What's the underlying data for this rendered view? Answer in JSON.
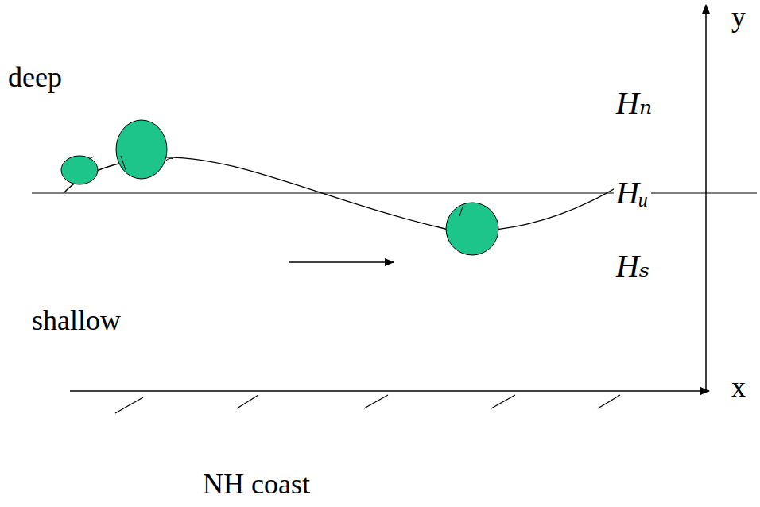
{
  "diagram": {
    "labels": [
      "deep",
      "Hₙ",
      "Hᵤ",
      "Hₛ",
      "shallow",
      "y",
      "x",
      "NH coast"
    ]
  }
}
